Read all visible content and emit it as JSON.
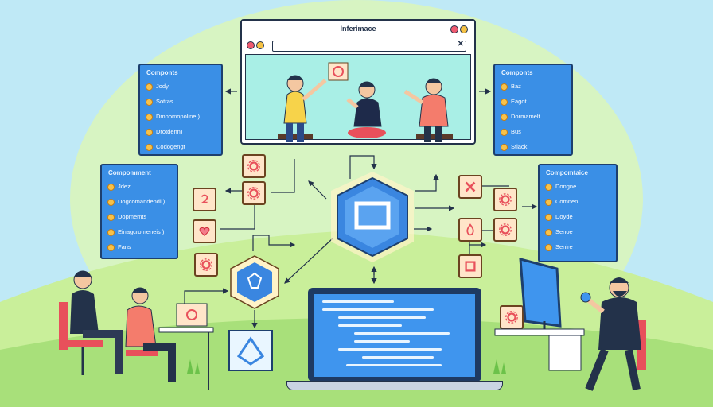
{
  "browser": {
    "title": "Inferimace"
  },
  "panels": {
    "top_left": {
      "title": "Componts",
      "items": [
        "Jody",
        "Sotras",
        "Dmpomopoline )",
        "Drotdenn)",
        "Codogengt"
      ]
    },
    "top_right": {
      "title": "Componts",
      "items": [
        "Baz",
        "Eagot",
        "Dormamelt",
        "Bus",
        "Stiack"
      ]
    },
    "mid_left": {
      "title": "Compomment",
      "items": [
        "Jdez",
        "Dogcomandendi )",
        "Dopmemts",
        "Einagcromeneis )",
        "Fans"
      ]
    },
    "mid_right": {
      "title": "Compomtaice",
      "items": [
        "Dongne",
        "Comnen",
        "Doyde",
        "Senoe",
        "Senire"
      ]
    }
  },
  "colors": {
    "background": "#bfe9f6",
    "panel": "#3a8fe6",
    "tile": "#ffe5c9",
    "hex_center": "#3a86e0",
    "laptop_screen": "#3f95ee",
    "hill": "#c9ef9a"
  },
  "icons": [
    "gear-icon",
    "x-icon",
    "heart-icon",
    "flame-icon",
    "square-icon",
    "hook-icon",
    "hexagon-icon",
    "diamond-icon"
  ]
}
